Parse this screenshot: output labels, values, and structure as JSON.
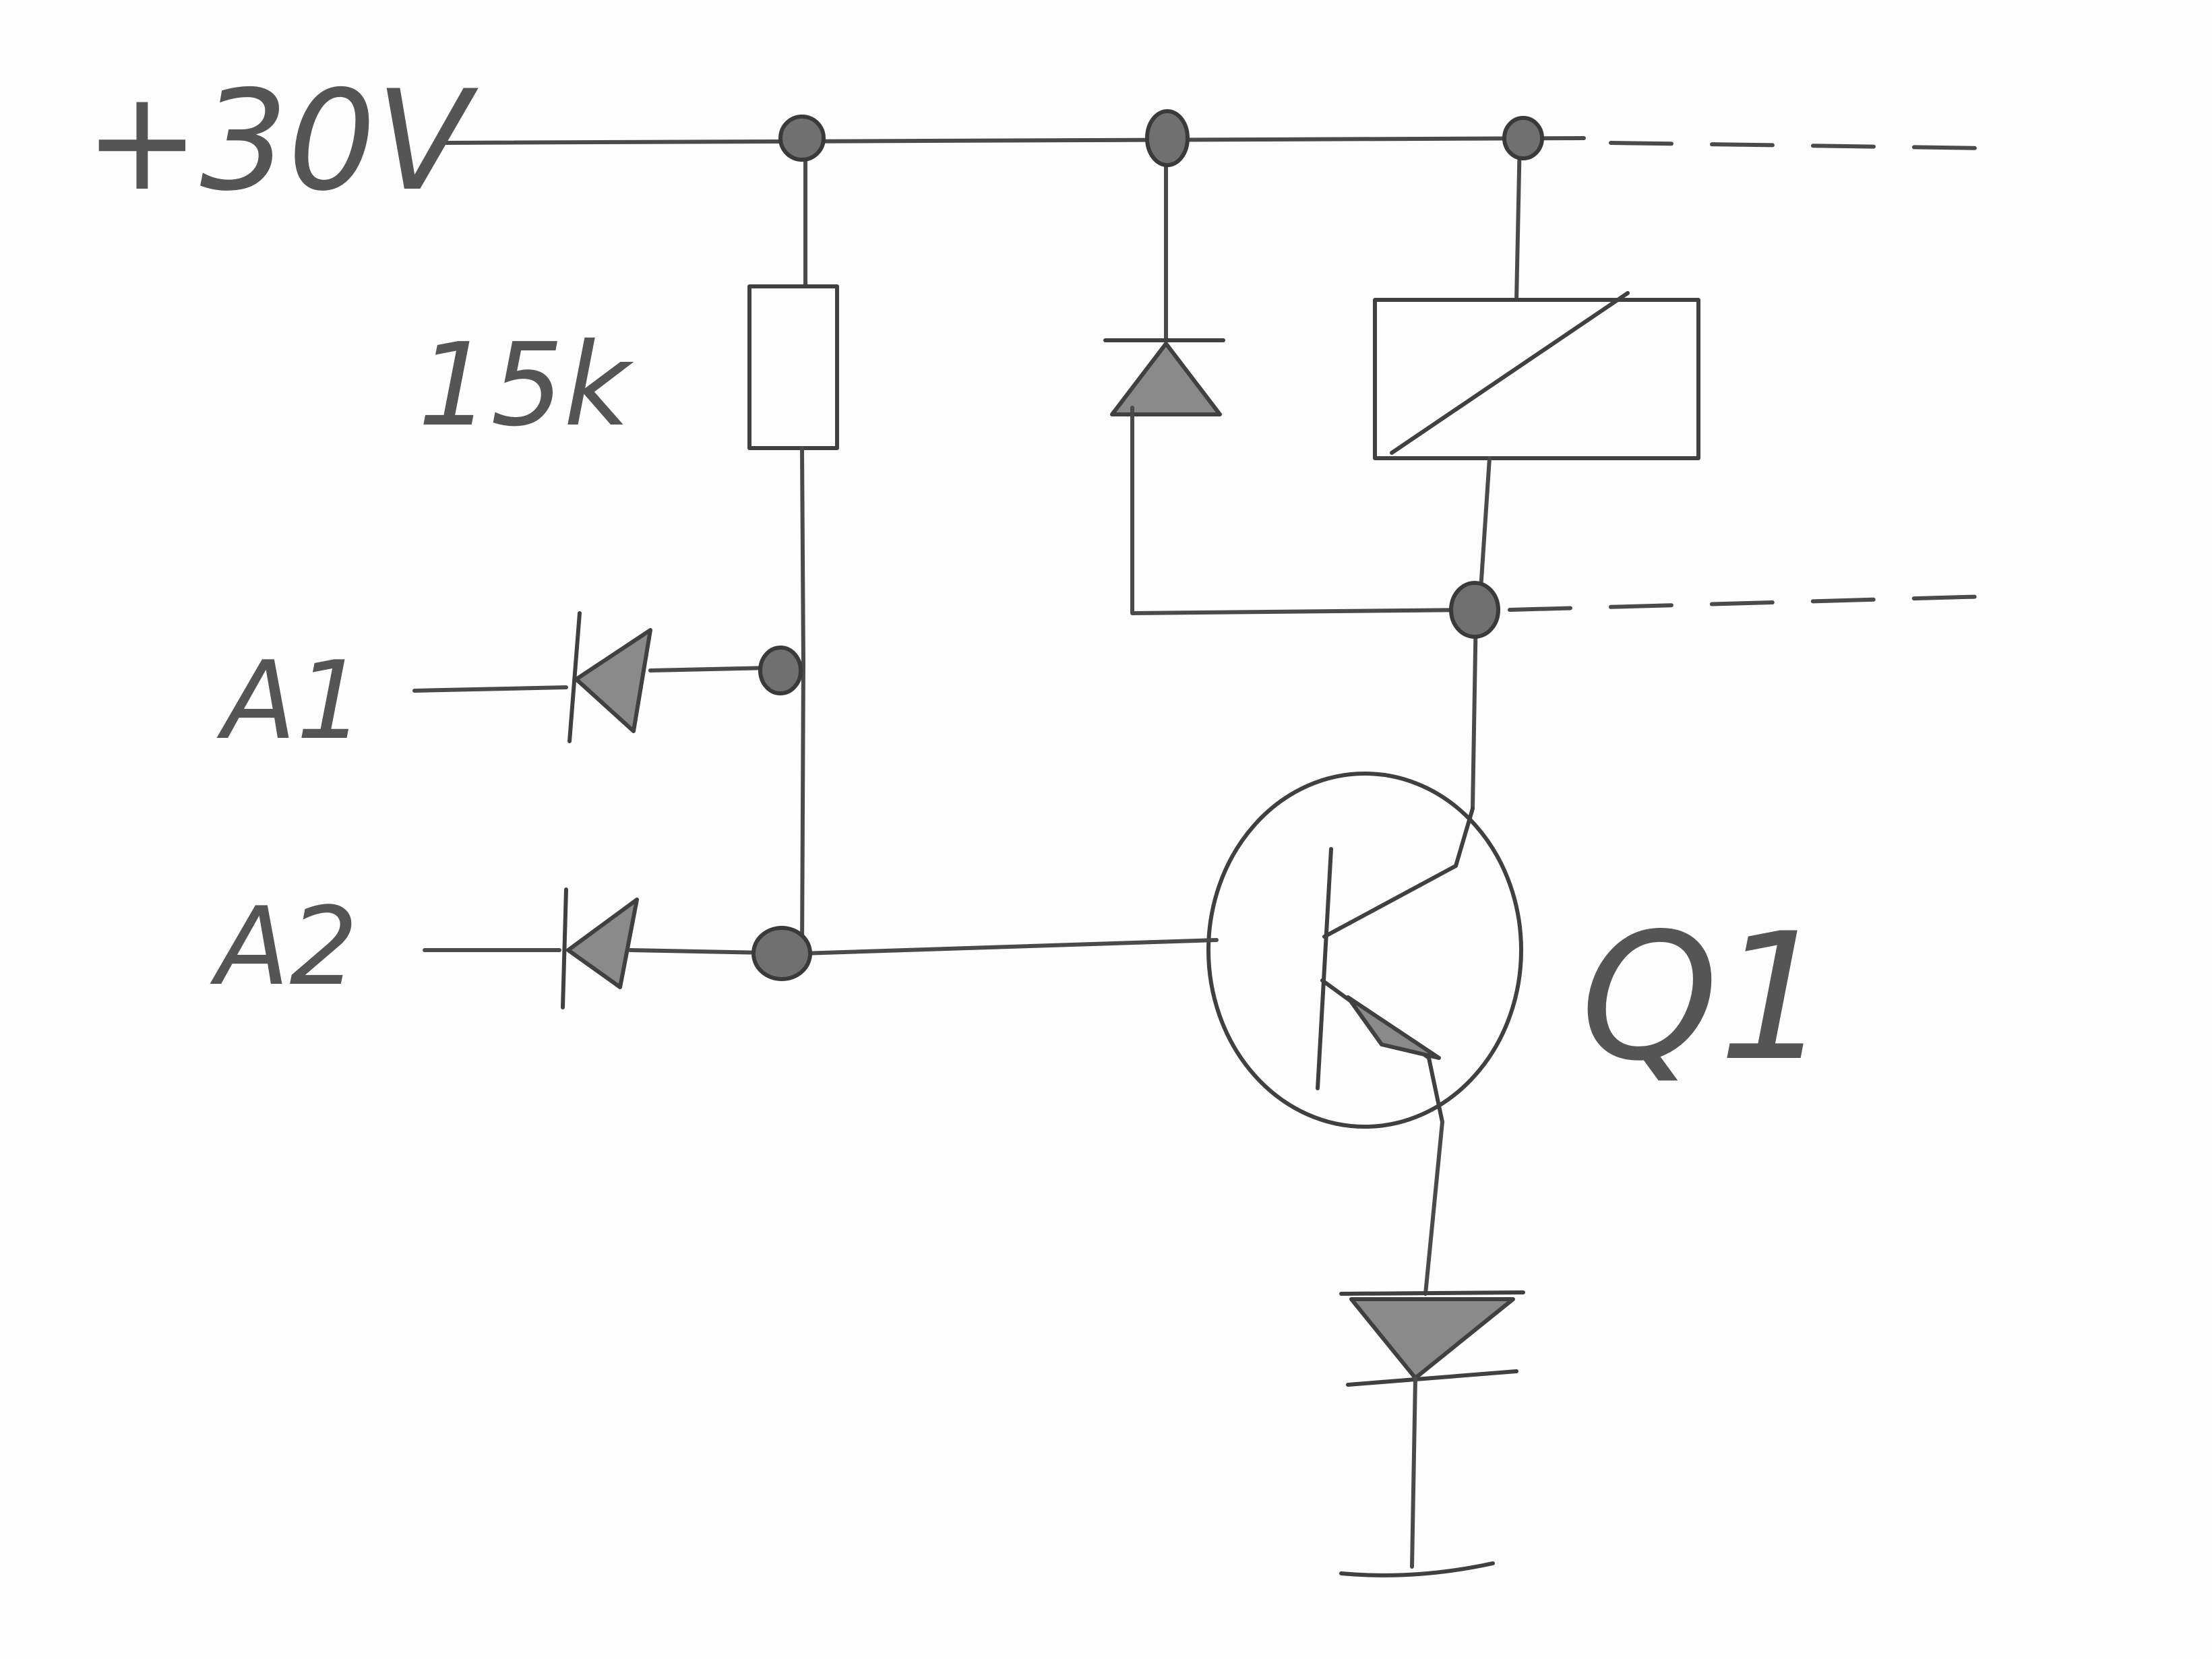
{
  "diagram": {
    "supply_label": "+30V",
    "resistor_label": "15k",
    "input_a1_label": "A1",
    "input_a2_label": "A2",
    "transistor_label": "Q1"
  }
}
